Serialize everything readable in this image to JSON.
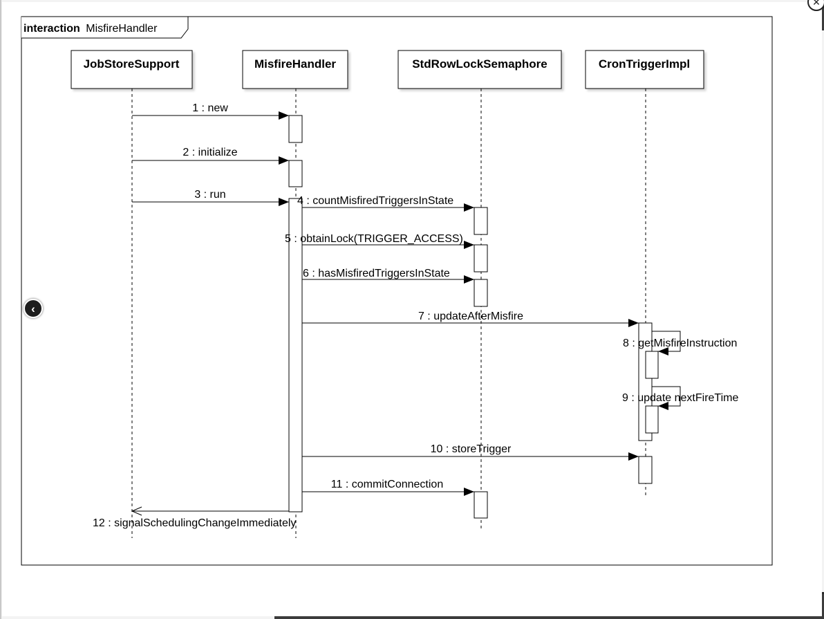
{
  "frame": {
    "keyword": "interaction",
    "name": "MisfireHandler"
  },
  "lifelines": [
    {
      "id": "jss",
      "name": "JobStoreSupport"
    },
    {
      "id": "mh",
      "name": "MisfireHandler"
    },
    {
      "id": "srl",
      "name": "StdRowLockSemaphore"
    },
    {
      "id": "cti",
      "name": "CronTriggerImpl"
    }
  ],
  "messages": [
    {
      "from": "jss",
      "to": "mh",
      "label": "1 : new"
    },
    {
      "from": "jss",
      "to": "mh",
      "label": "2 : initialize"
    },
    {
      "from": "jss",
      "to": "mh",
      "label": "3 : run"
    },
    {
      "from": "mh",
      "to": "srl",
      "label": "4 : countMisfiredTriggersInState"
    },
    {
      "from": "mh",
      "to": "srl",
      "label": "5 : obtainLock(TRIGGER_ACCESS)"
    },
    {
      "from": "mh",
      "to": "srl",
      "label": "6 : hasMisfiredTriggersInState"
    },
    {
      "from": "mh",
      "to": "cti",
      "label": "7 : updateAfterMisfire"
    },
    {
      "from": "cti",
      "to": "cti",
      "label": "8 : getMisfireInstruction"
    },
    {
      "from": "cti",
      "to": "cti",
      "label": "9 : update nextFireTime"
    },
    {
      "from": "mh",
      "to": "cti",
      "label": "10 : storeTrigger"
    },
    {
      "from": "mh",
      "to": "srl",
      "label": "11 : commitConnection"
    },
    {
      "from": "mh",
      "to": "jss",
      "label": "12 : signalSchedulingChangeImmediately",
      "kind": "return"
    }
  ],
  "icons": {
    "close": "close-icon",
    "previous": "chevron-left-icon"
  }
}
